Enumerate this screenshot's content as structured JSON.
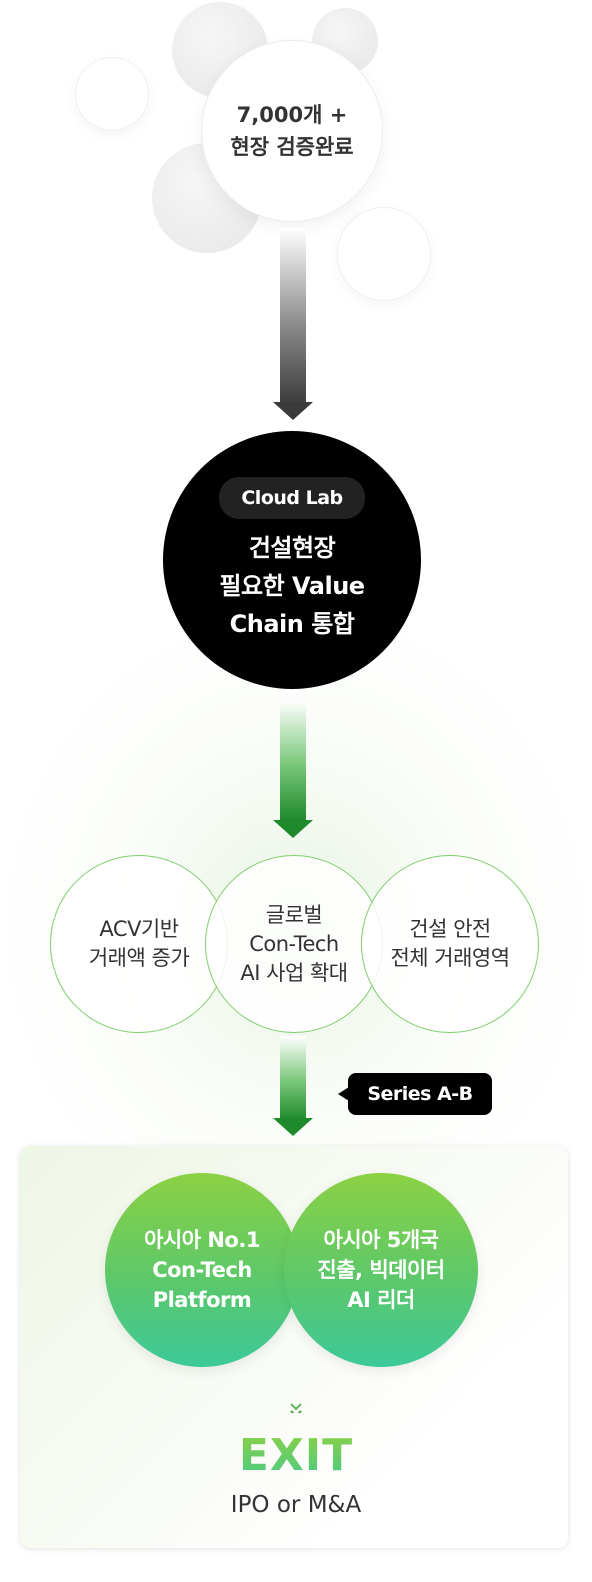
{
  "top_node": {
    "lines": [
      "7,000개 +",
      "현장 검증완료"
    ]
  },
  "core_node": {
    "badge": "Cloud Lab",
    "lines": [
      "건설현장",
      "필요한 Value",
      "Chain 통합"
    ]
  },
  "growth_nodes": [
    {
      "lines": [
        "ACV기반",
        "거래액 증가"
      ]
    },
    {
      "lines": [
        "글로벌",
        "Con-Tech",
        "AI 사업 확대"
      ]
    },
    {
      "lines": [
        "건설 안전",
        "전체 거래영역"
      ]
    }
  ],
  "series_tag": "Series A-B",
  "goal_nodes": [
    {
      "lines": [
        "아시아 No.1",
        "Con-Tech",
        "Platform"
      ]
    },
    {
      "lines": [
        "아시아 5개국",
        "진출, 빅데이터",
        "AI 리더"
      ]
    }
  ],
  "exit": {
    "title": "EXIT",
    "subtitle": "IPO or M&A"
  },
  "colors": {
    "accent_green": "#1f8a2c",
    "gradient_top": "#8cd143",
    "gradient_bottom": "#3cc99a",
    "outline_green": "#7fcf6e",
    "core_black": "#000000"
  }
}
